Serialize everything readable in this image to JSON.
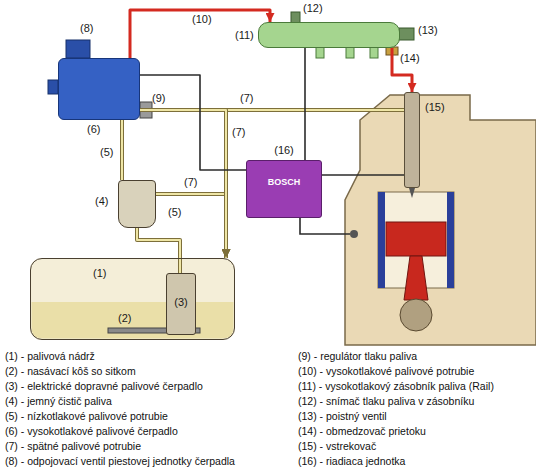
{
  "diagram": {
    "nodes": [
      {
        "text": [
          "(11)"
        ]
      },
      {
        "text": [
          "(6)"
        ]
      },
      {
        "text": [
          "(15)"
        ]
      },
      {
        "text": [
          "(16)",
          "BOSCH"
        ]
      },
      {
        "text": [
          "(4)"
        ]
      },
      {
        "text": [
          "(1)"
        ]
      },
      {
        "text": [
          "(3)"
        ],
        "in": 5
      }
    ],
    "edges": [
      {
        "from": 6,
        "to": 4,
        "arrow": "none"
      },
      {
        "from": 4,
        "to": 1,
        "arrow": "none"
      },
      {
        "from": 1,
        "to": 0,
        "arrow": "to"
      },
      {
        "from": 0,
        "to": 2,
        "arrow": "to"
      },
      {
        "from": 2,
        "to": 5,
        "arrow": "to"
      },
      {
        "from": 4,
        "to": 5,
        "arrow": "to"
      },
      {
        "from": 1,
        "to": 5,
        "arrow": "to"
      },
      {
        "from": 3,
        "to": 1,
        "arrow": "none"
      },
      {
        "from": 3,
        "to": 0,
        "arrow": "none"
      },
      {
        "from": 3,
        "to": 2,
        "arrow": "none"
      }
    ],
    "labels": [
      "(10)",
      "(12)",
      "(8)",
      "(13)",
      "(14)",
      "(7)",
      "(9)",
      "(7)",
      "(5)",
      "(7)",
      "(5)",
      "(2)",
      "(1) - palivová nádrž",
      "(2) - nasávací kôš so sitkom",
      "(3) - elektrické dopravné palivové čerpadlo",
      "(4) - jemný čistič paliva",
      "(5) - nízkotlakové palivové potrubie",
      "(6) - vysokotlakové palivové čerpadlo",
      "(7) - spätné palivové potrubie",
      "(8) - odpojovací ventil piestovej jednotky čerpadla",
      "(9) - regulátor tlaku paliva",
      "(10) - vysokotlakové palivové potrubie",
      "(11) - vysokotlakový zásobník paliva (Rail)",
      "(12) - snímač tlaku paliva v zásobníku",
      "(13) - poistný ventil",
      "(14) - obmedzovač prietoku",
      "(15) - vstrekovač",
      "(16) - riadiaca jednotka"
    ]
  }
}
